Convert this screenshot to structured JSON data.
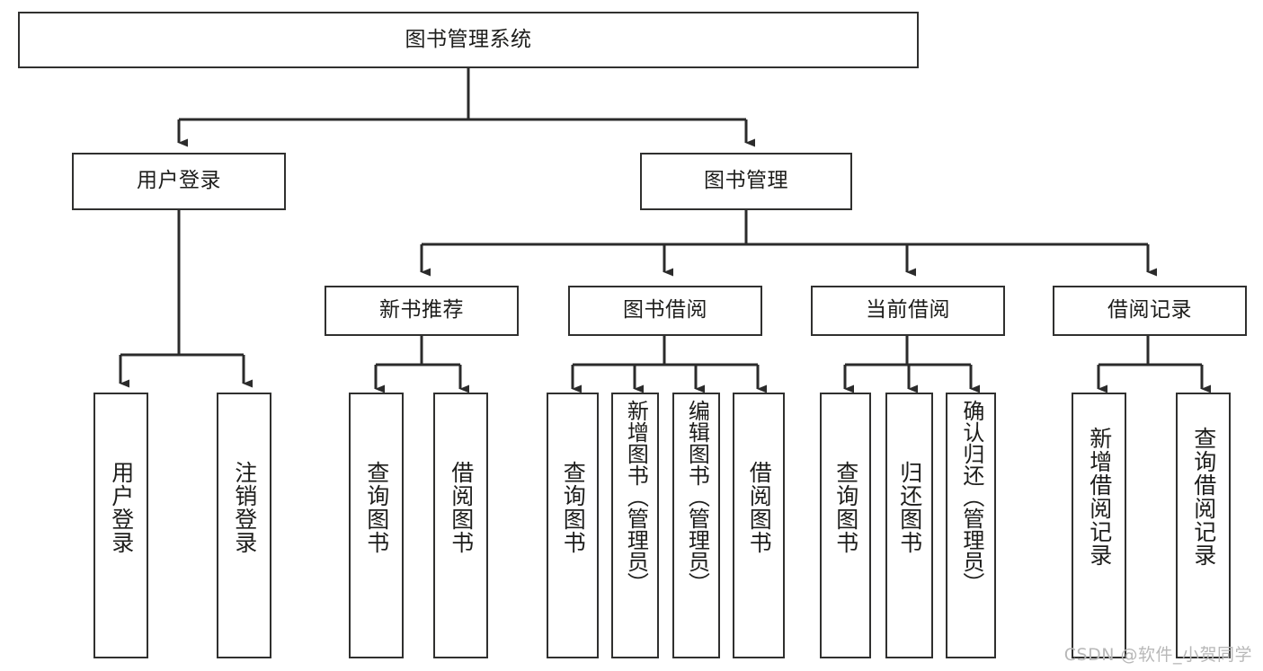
{
  "diagram": {
    "type": "tree-hierarchy",
    "title": "图书管理系统",
    "orientation": "top-down",
    "colors": {
      "node_border": "#30302f",
      "node_fill": "#ffffff",
      "edge": "#2b2b2b",
      "text": "#1d1d1b",
      "background": "#ffffff",
      "watermark": "#b8b8b8"
    },
    "nodes": {
      "root": {
        "label": "图书管理系统"
      },
      "level1": [
        {
          "id": "user-login",
          "label": "用户登录"
        },
        {
          "id": "book-management",
          "label": "图书管理"
        }
      ],
      "level2": [
        {
          "id": "new-book-recommend",
          "label": "新书推荐"
        },
        {
          "id": "book-borrow",
          "label": "图书借阅"
        },
        {
          "id": "current-borrow",
          "label": "当前借阅"
        },
        {
          "id": "borrow-record",
          "label": "借阅记录"
        }
      ],
      "leaves": [
        {
          "id": "leaf-user-login",
          "label": "用户登录",
          "parent": "user-login"
        },
        {
          "id": "leaf-logout-login",
          "label": "注销登录",
          "parent": "user-login"
        },
        {
          "id": "leaf-query-book-1",
          "label": "查询图书",
          "parent": "new-book-recommend"
        },
        {
          "id": "leaf-borrow-book-1",
          "label": "借阅图书",
          "parent": "new-book-recommend"
        },
        {
          "id": "leaf-query-book-2",
          "label": "查询图书",
          "parent": "book-borrow"
        },
        {
          "id": "leaf-add-book",
          "label": "新增图书（管理员）",
          "parent": "book-borrow"
        },
        {
          "id": "leaf-edit-book",
          "label": "编辑图书（管理员）",
          "parent": "book-borrow"
        },
        {
          "id": "leaf-borrow-book-2",
          "label": "借阅图书",
          "parent": "book-borrow"
        },
        {
          "id": "leaf-query-book-3",
          "label": "查询图书",
          "parent": "current-borrow"
        },
        {
          "id": "leaf-return-book",
          "label": "归还图书",
          "parent": "current-borrow"
        },
        {
          "id": "leaf-confirm-return",
          "label": "确认归还（管理员）",
          "parent": "current-borrow"
        },
        {
          "id": "leaf-add-record",
          "label": "新增借阅记录",
          "parent": "borrow-record"
        },
        {
          "id": "leaf-query-record",
          "label": "查询借阅记录",
          "parent": "borrow-record"
        }
      ]
    }
  },
  "watermark": {
    "text": "CSDN @软件_小贺同学"
  }
}
